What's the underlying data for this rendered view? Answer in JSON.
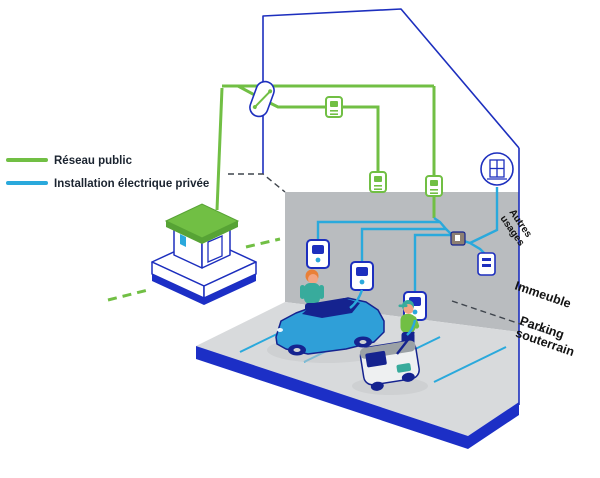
{
  "colors": {
    "navy": "#1d2fbe",
    "green": "#71bf44",
    "green-dark": "#57a335",
    "cyan": "#2aa9dc",
    "wall": "#b9bcbf",
    "floor": "#d8dadc",
    "slab": "#1c2fc6",
    "car-blue": "#2f9fd8",
    "car-dark": "#15238f",
    "vehicle-body": "#eef0f1",
    "vehicle-roof": "#9ba1a6",
    "skin": "#f2a583",
    "hair": "#e98038",
    "teal": "#38ab9c",
    "box-brown": "#8d7f72"
  },
  "legend": {
    "items": [
      {
        "label": "Réseau public",
        "color": "green"
      },
      {
        "label": "Installation électrique privée",
        "color": "cyan"
      }
    ]
  },
  "labels": {
    "autres": {
      "line1": "Autres",
      "line2": "usages"
    },
    "immeuble": "Immeuble",
    "parking": {
      "line1": "Parking",
      "line2": "souterrain"
    }
  }
}
